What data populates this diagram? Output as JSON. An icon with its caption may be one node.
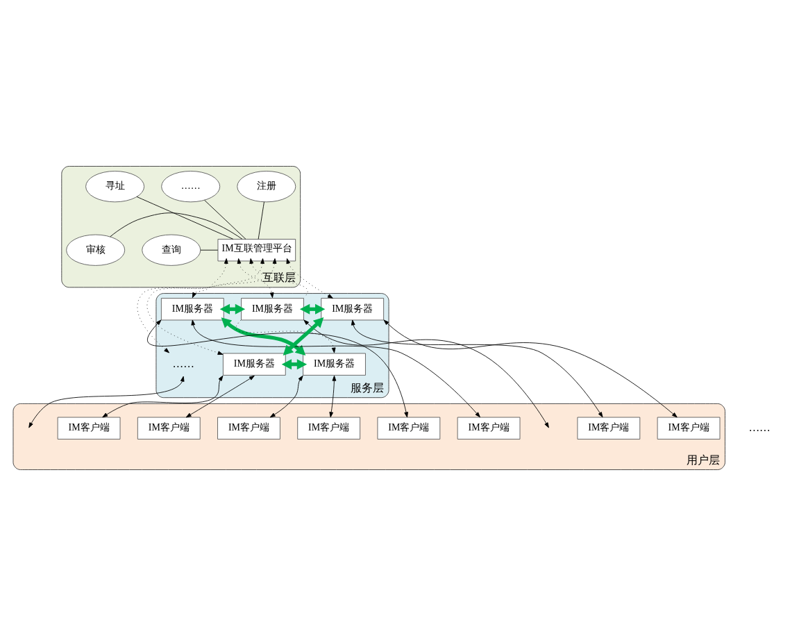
{
  "diagram": {
    "nodes": [
      {
        "text": [
          "互联层"
        ]
      },
      {
        "text": [
          "……"
        ],
        "in": 0
      },
      {
        "text": [
          "注册"
        ],
        "in": 0
      },
      {
        "text": [
          "寻址"
        ],
        "in": 0
      },
      {
        "text": [
          "IM互联管理平台"
        ],
        "in": 0
      },
      {
        "text": [
          "审核"
        ],
        "in": 0
      },
      {
        "text": [
          "查询"
        ],
        "in": 0
      },
      {
        "text": [
          "服务层"
        ]
      },
      {
        "text": [
          "IM服务器"
        ],
        "in": 7
      },
      {
        "text": [
          "IM服务器"
        ],
        "in": 7
      },
      {
        "text": [
          "IM服务器"
        ],
        "in": 7
      },
      {
        "text": [
          "……"
        ],
        "in": 7
      },
      {
        "text": [
          "IM服务器"
        ],
        "in": 7
      },
      {
        "text": [
          "IM服务器"
        ],
        "in": 7
      },
      {
        "text": [
          "用户层"
        ]
      },
      {
        "text": [
          "IM客户端"
        ],
        "in": 14
      },
      {
        "text": [
          "IM客户端"
        ],
        "in": 14
      },
      {
        "text": [
          "IM客户端"
        ],
        "in": 14
      },
      {
        "text": [
          "IM客户端"
        ],
        "in": 14
      },
      {
        "text": [
          "IM客户端"
        ],
        "in": 14
      },
      {
        "text": [
          "IM客户端"
        ],
        "in": 14
      },
      {
        "text": [
          "IM客户端"
        ],
        "in": 14
      },
      {
        "text": [
          "IM客户端"
        ],
        "in": 14
      }
    ],
    "edges": [
      {
        "from": 2,
        "to": 4,
        "arrow": "none"
      },
      {
        "from": 1,
        "to": 4,
        "arrow": "none"
      },
      {
        "from": 3,
        "to": 4,
        "arrow": "none"
      },
      {
        "from": 5,
        "to": 4,
        "arrow": "none"
      },
      {
        "from": 6,
        "to": 4,
        "arrow": "none"
      },
      {
        "from": 4,
        "to": 10,
        "arrow": "both",
        "style": "dashed"
      },
      {
        "from": 4,
        "to": 8,
        "arrow": "both",
        "style": "dashed"
      },
      {
        "from": 8,
        "to": 4,
        "arrow": "to",
        "style": "dashed"
      },
      {
        "from": 4,
        "to": 11,
        "arrow": "both",
        "style": "dashed"
      },
      {
        "from": 4,
        "to": 13,
        "arrow": "both",
        "style": "dashed"
      },
      {
        "from": 4,
        "to": 9,
        "arrow": "both",
        "style": "dashed"
      },
      {
        "from": 8,
        "to": 12,
        "arrow": "to",
        "style": "dashed"
      },
      {
        "from": 10,
        "to": 8,
        "arrow": "both",
        "style": "thick",
        "color": "#00b050"
      },
      {
        "from": 8,
        "to": 9,
        "arrow": "both",
        "style": "thick",
        "color": "#00b050"
      },
      {
        "from": 10,
        "to": 12,
        "arrow": "both",
        "style": "thick",
        "color": "#00b050"
      },
      {
        "from": 12,
        "to": 13,
        "arrow": "both",
        "style": "thick",
        "color": "#00b050"
      },
      {
        "from": 13,
        "to": 9,
        "arrow": "both",
        "style": "thick",
        "color": "#00b050"
      },
      {
        "from": 10,
        "to": 19,
        "arrow": "both"
      },
      {
        "from": 10,
        "to": 18,
        "arrow": "both"
      },
      {
        "from": 8,
        "to": null,
        "arrow": "both"
      },
      {
        "from": 11,
        "to": null,
        "arrow": "both"
      },
      {
        "from": 12,
        "to": 21,
        "arrow": "both"
      },
      {
        "from": 12,
        "to": 15,
        "arrow": "both"
      },
      {
        "from": 13,
        "to": 20,
        "arrow": "both"
      },
      {
        "from": 13,
        "to": 16,
        "arrow": "both"
      },
      {
        "from": 9,
        "to": 22,
        "arrow": "both"
      },
      {
        "from": 9,
        "to": 17,
        "arrow": "both"
      }
    ],
    "labels": [
      "……"
    ]
  }
}
